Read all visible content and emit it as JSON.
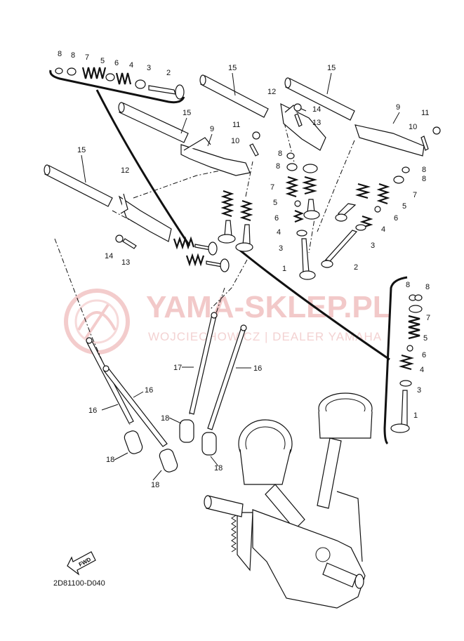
{
  "diagram": {
    "part_code": "2D81100-D040",
    "fwd_label": "FWD",
    "watermark": {
      "title": "YAMA-SKLEP.PL",
      "subtitle": "WOJCIECHOWICZ | DEALER YAMAHA"
    },
    "callouts": {
      "n1": "1",
      "n2": "2",
      "n3": "3",
      "n4": "4",
      "n5": "5",
      "n6": "6",
      "n7": "7",
      "n8": "8",
      "n9": "9",
      "n10": "10",
      "n11": "11",
      "n12": "12",
      "n13": "13",
      "n14": "14",
      "n15": "15",
      "n16": "16",
      "n17": "17",
      "n18": "18"
    }
  }
}
